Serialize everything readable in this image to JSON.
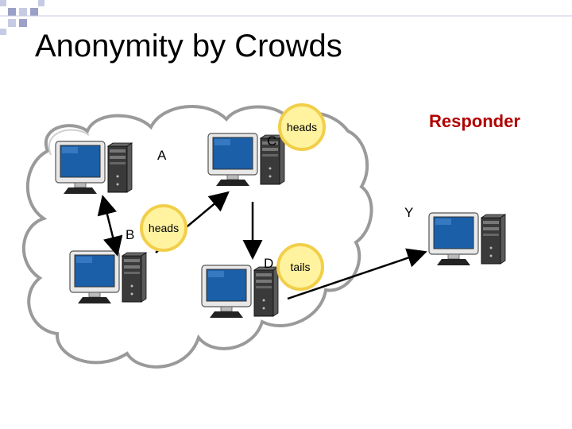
{
  "title": "Anonymity by Crowds",
  "responder_label": "Responder",
  "nodes": {
    "a": "A",
    "b": "B",
    "c": "C",
    "d": "D",
    "y": "Y"
  },
  "coins": {
    "c": "heads",
    "b": "heads",
    "d": "tails"
  },
  "colors": {
    "title_squares": "#9aa0c8",
    "responder": "#b00000",
    "coin_fill": "#fff3a0",
    "coin_border": "#f2cf4a",
    "cloud_outline": "#9a9a9a",
    "monitor_screen": "#1a5fa8",
    "arrow": "#000000"
  }
}
